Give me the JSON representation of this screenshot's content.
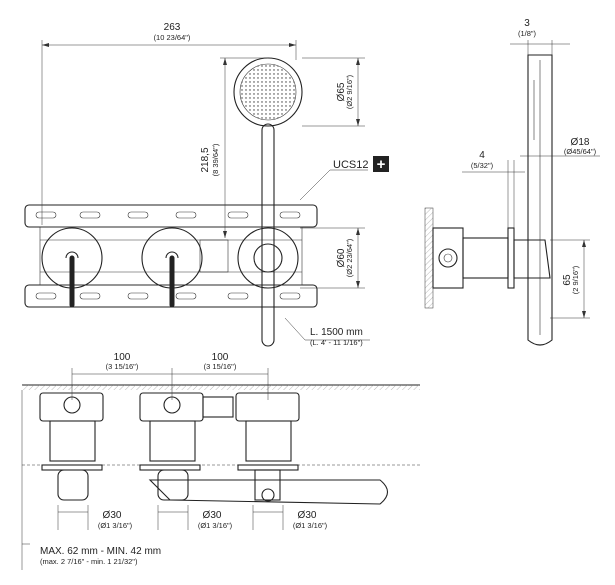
{
  "drawing": {
    "width_main": "263",
    "width_main_in": "(10 23/64\")",
    "height_218": "218,5",
    "height_218_in": "(8 39/64\")",
    "diam_65": "Ø65",
    "diam_65_in": "(Ø2 9/16\")",
    "ucs_label": "UCS12",
    "ucs_plus": "+",
    "diam_60": "Ø60",
    "diam_60_in": "(Ø2 23/64\")",
    "hose_length": "L. 1500 mm",
    "hose_length_in": "(L. 4' - 11 1/16\")",
    "side_3": "3",
    "side_3_in": "(1/8\")",
    "side_4": "4",
    "side_4_in": "(5/32\")",
    "side_diam18": "Ø18",
    "side_diam18_in": "(Ø45/64\")",
    "side_65": "65",
    "side_65_in": "(2 9/16\")",
    "spacing_1": "100",
    "spacing_1_in": "(3 15/16\")",
    "spacing_2": "100",
    "spacing_2_in": "(3 15/16\")",
    "diam30_a": "Ø30",
    "diam30_a_in": "(Ø1 3/16\")",
    "diam30_b": "Ø30",
    "diam30_b_in": "(Ø1 3/16\")",
    "diam30_c": "Ø30",
    "diam30_c_in": "(Ø1 3/16\")",
    "depth": "MAX. 62 mm - MIN. 42 mm",
    "depth_in": "(max. 2 7/16\" - min. 1 21/32\")"
  }
}
